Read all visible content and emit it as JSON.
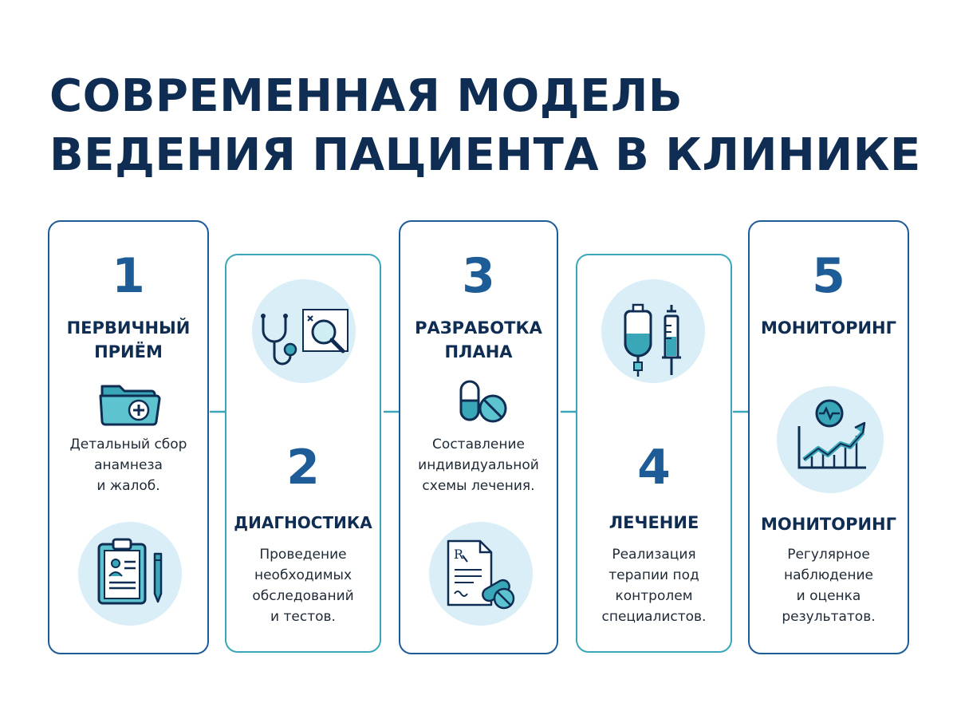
{
  "title": {
    "line1": "СОВРЕМЕННАЯ МОДЕЛЬ",
    "line2": "ВЕДЕНИЯ ПАЦИЕНТА В КЛИНИКЕ"
  },
  "steps": [
    {
      "number": "1",
      "heading": "ПЕРВИЧНЫЙ\nПРИЁМ",
      "description": "Детальный сбор\nанамнеза\nи жалоб.",
      "icons": [
        "medical-folder-icon",
        "clipboard-patient-icon"
      ]
    },
    {
      "number": "2",
      "heading": "ДИАГНОСТИКА",
      "description": "Проведение\nнеобходимых\nобследований\nи тестов.",
      "icons": [
        "stethoscope-magnifier-icon"
      ]
    },
    {
      "number": "3",
      "heading": "РАЗРАБОТКА\nПЛАНА",
      "description": "Составление\nиндивидуальной\nсхемы лечения.",
      "icons": [
        "pills-icon",
        "prescription-icon"
      ]
    },
    {
      "number": "4",
      "heading": "ЛЕЧЕНИЕ",
      "description": "Реализация\nтерапии под\nконтролем\nспециалистов.",
      "icons": [
        "iv-syringe-icon"
      ]
    },
    {
      "number": "5",
      "heading_top": "МОНИТОРИНГ",
      "heading": "МОНИТОРИНГ",
      "description": "Регулярное\nнаблюдение\nи оценка\nрезультатов.",
      "icons": [
        "growth-chart-icon"
      ]
    }
  ],
  "colors": {
    "navy": "#0f2d52",
    "blue": "#1e5c97",
    "teal": "#3aa7b8",
    "light_circle": "#d9eef6"
  }
}
